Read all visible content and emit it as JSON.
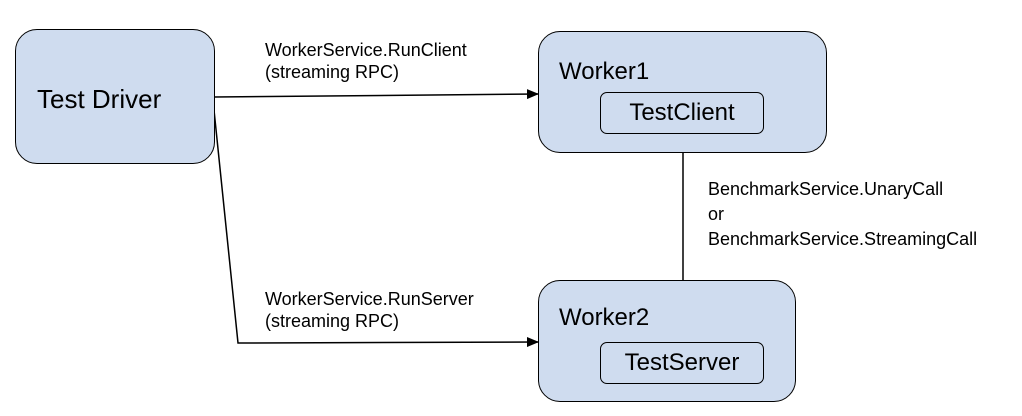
{
  "nodes": {
    "test_driver": {
      "label": "Test Driver"
    },
    "worker1": {
      "label": "Worker1",
      "inner": "TestClient"
    },
    "worker2": {
      "label": "Worker2",
      "inner": "TestServer"
    }
  },
  "edges": {
    "run_client": {
      "line1": "WorkerService.RunClient",
      "line2": "(streaming RPC)"
    },
    "run_server": {
      "line1": "WorkerService.RunServer",
      "line2": "(streaming RPC)"
    },
    "benchmark": {
      "line1": "BenchmarkService.UnaryCall",
      "line2": "or",
      "line3": "BenchmarkService.StreamingCall"
    }
  },
  "colors": {
    "box_fill": "#cfdcef",
    "stroke": "#000000"
  }
}
